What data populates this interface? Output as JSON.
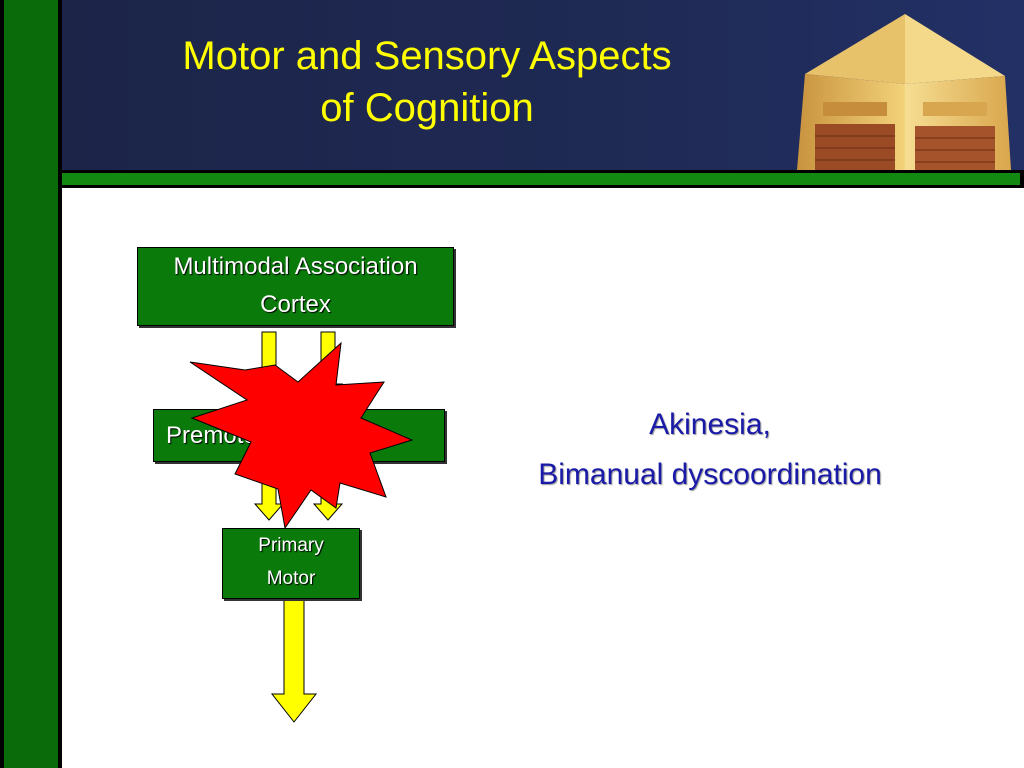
{
  "slide": {
    "title_line1": "Motor and Sensory Aspects",
    "title_line2": "of Cognition"
  },
  "diagram": {
    "assoc_line1": "Multimodal Association",
    "assoc_line2": "Cortex",
    "premotor_label": "Premotor / SMA",
    "primary_line1": "Primary",
    "primary_line2": "Motor"
  },
  "effects": {
    "line1": "Akinesia,",
    "line2": "Bimanual dyscoordination"
  },
  "colors": {
    "box_fill": "#0a7a0a",
    "arrow_fill": "#ffff00",
    "lesion_fill": "#ff0000",
    "title_color": "#ffff00",
    "effects_color": "#1a1aa8",
    "header_bg": "#1f2a55"
  },
  "icons": {
    "lesion": "starburst-icon",
    "header_image": "tower-image"
  }
}
